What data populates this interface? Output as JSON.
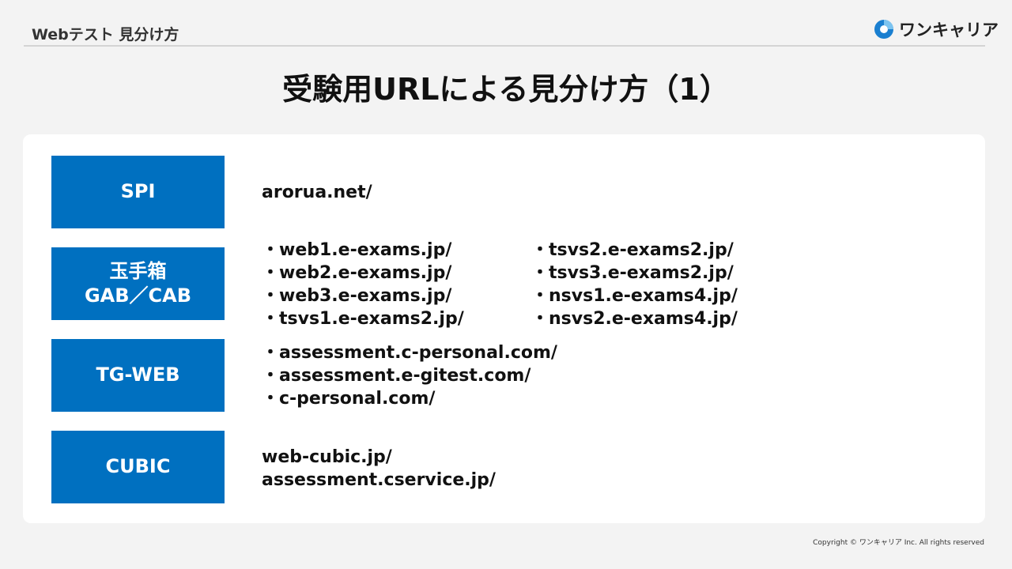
{
  "header": {
    "section": "Webテスト 見分け方",
    "logo_text": "ワンキャリア"
  },
  "title": "受験用URLによる見分け方（1）",
  "rows": [
    {
      "label": "SPI",
      "urls": [
        "arorua.net/"
      ]
    },
    {
      "label": "玉手箱\nGAB／CAB",
      "col1": [
        "・web1.e-exams.jp/",
        "・web2.e-exams.jp/",
        "・web3.e-exams.jp/",
        "・tsvs1.e-exams2.jp/"
      ],
      "col2": [
        "・tsvs2.e-exams2.jp/",
        "・tsvs3.e-exams2.jp/",
        "・nsvs1.e-exams4.jp/",
        "・nsvs2.e-exams4.jp/"
      ]
    },
    {
      "label": "TG-WEB",
      "urls": [
        "・assessment.c-personal.com/",
        "・assessment.e-gitest.com/",
        "・c-personal.com/"
      ]
    },
    {
      "label": "CUBIC",
      "urls": [
        "web-cubic.jp/",
        "assessment.cservice.jp/"
      ]
    }
  ],
  "copyright": "Copyright © ワンキャリア Inc. All rights reserved",
  "colors": {
    "accent": "#0070c0"
  }
}
